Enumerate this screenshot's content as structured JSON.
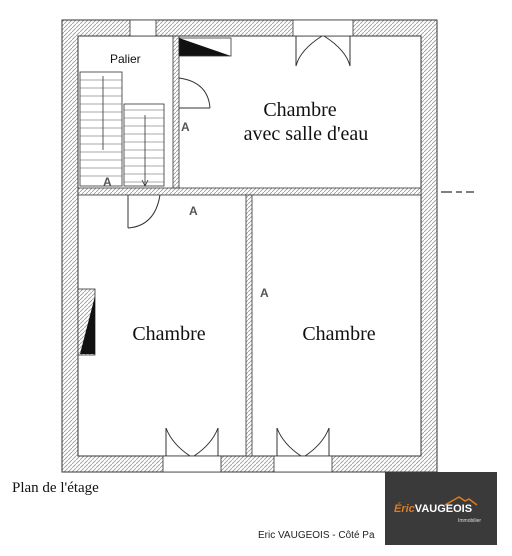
{
  "plan": {
    "rooms": {
      "top_right_line1": "Chambre",
      "top_right_line2": "avec salle d'eau",
      "bottom_left": "Chambre",
      "bottom_right": "Chambre"
    },
    "landing_label": "Palier",
    "marker": "A"
  },
  "caption": "Plan de l'étage",
  "footer": "Eric VAUGEOIS - Côté Pa",
  "logo": {
    "first": "Éric",
    "last": "VAUGEOIS",
    "sub": "Immobilier",
    "bg_color": "#3a3a3a",
    "accent_color": "#e07a1f"
  }
}
